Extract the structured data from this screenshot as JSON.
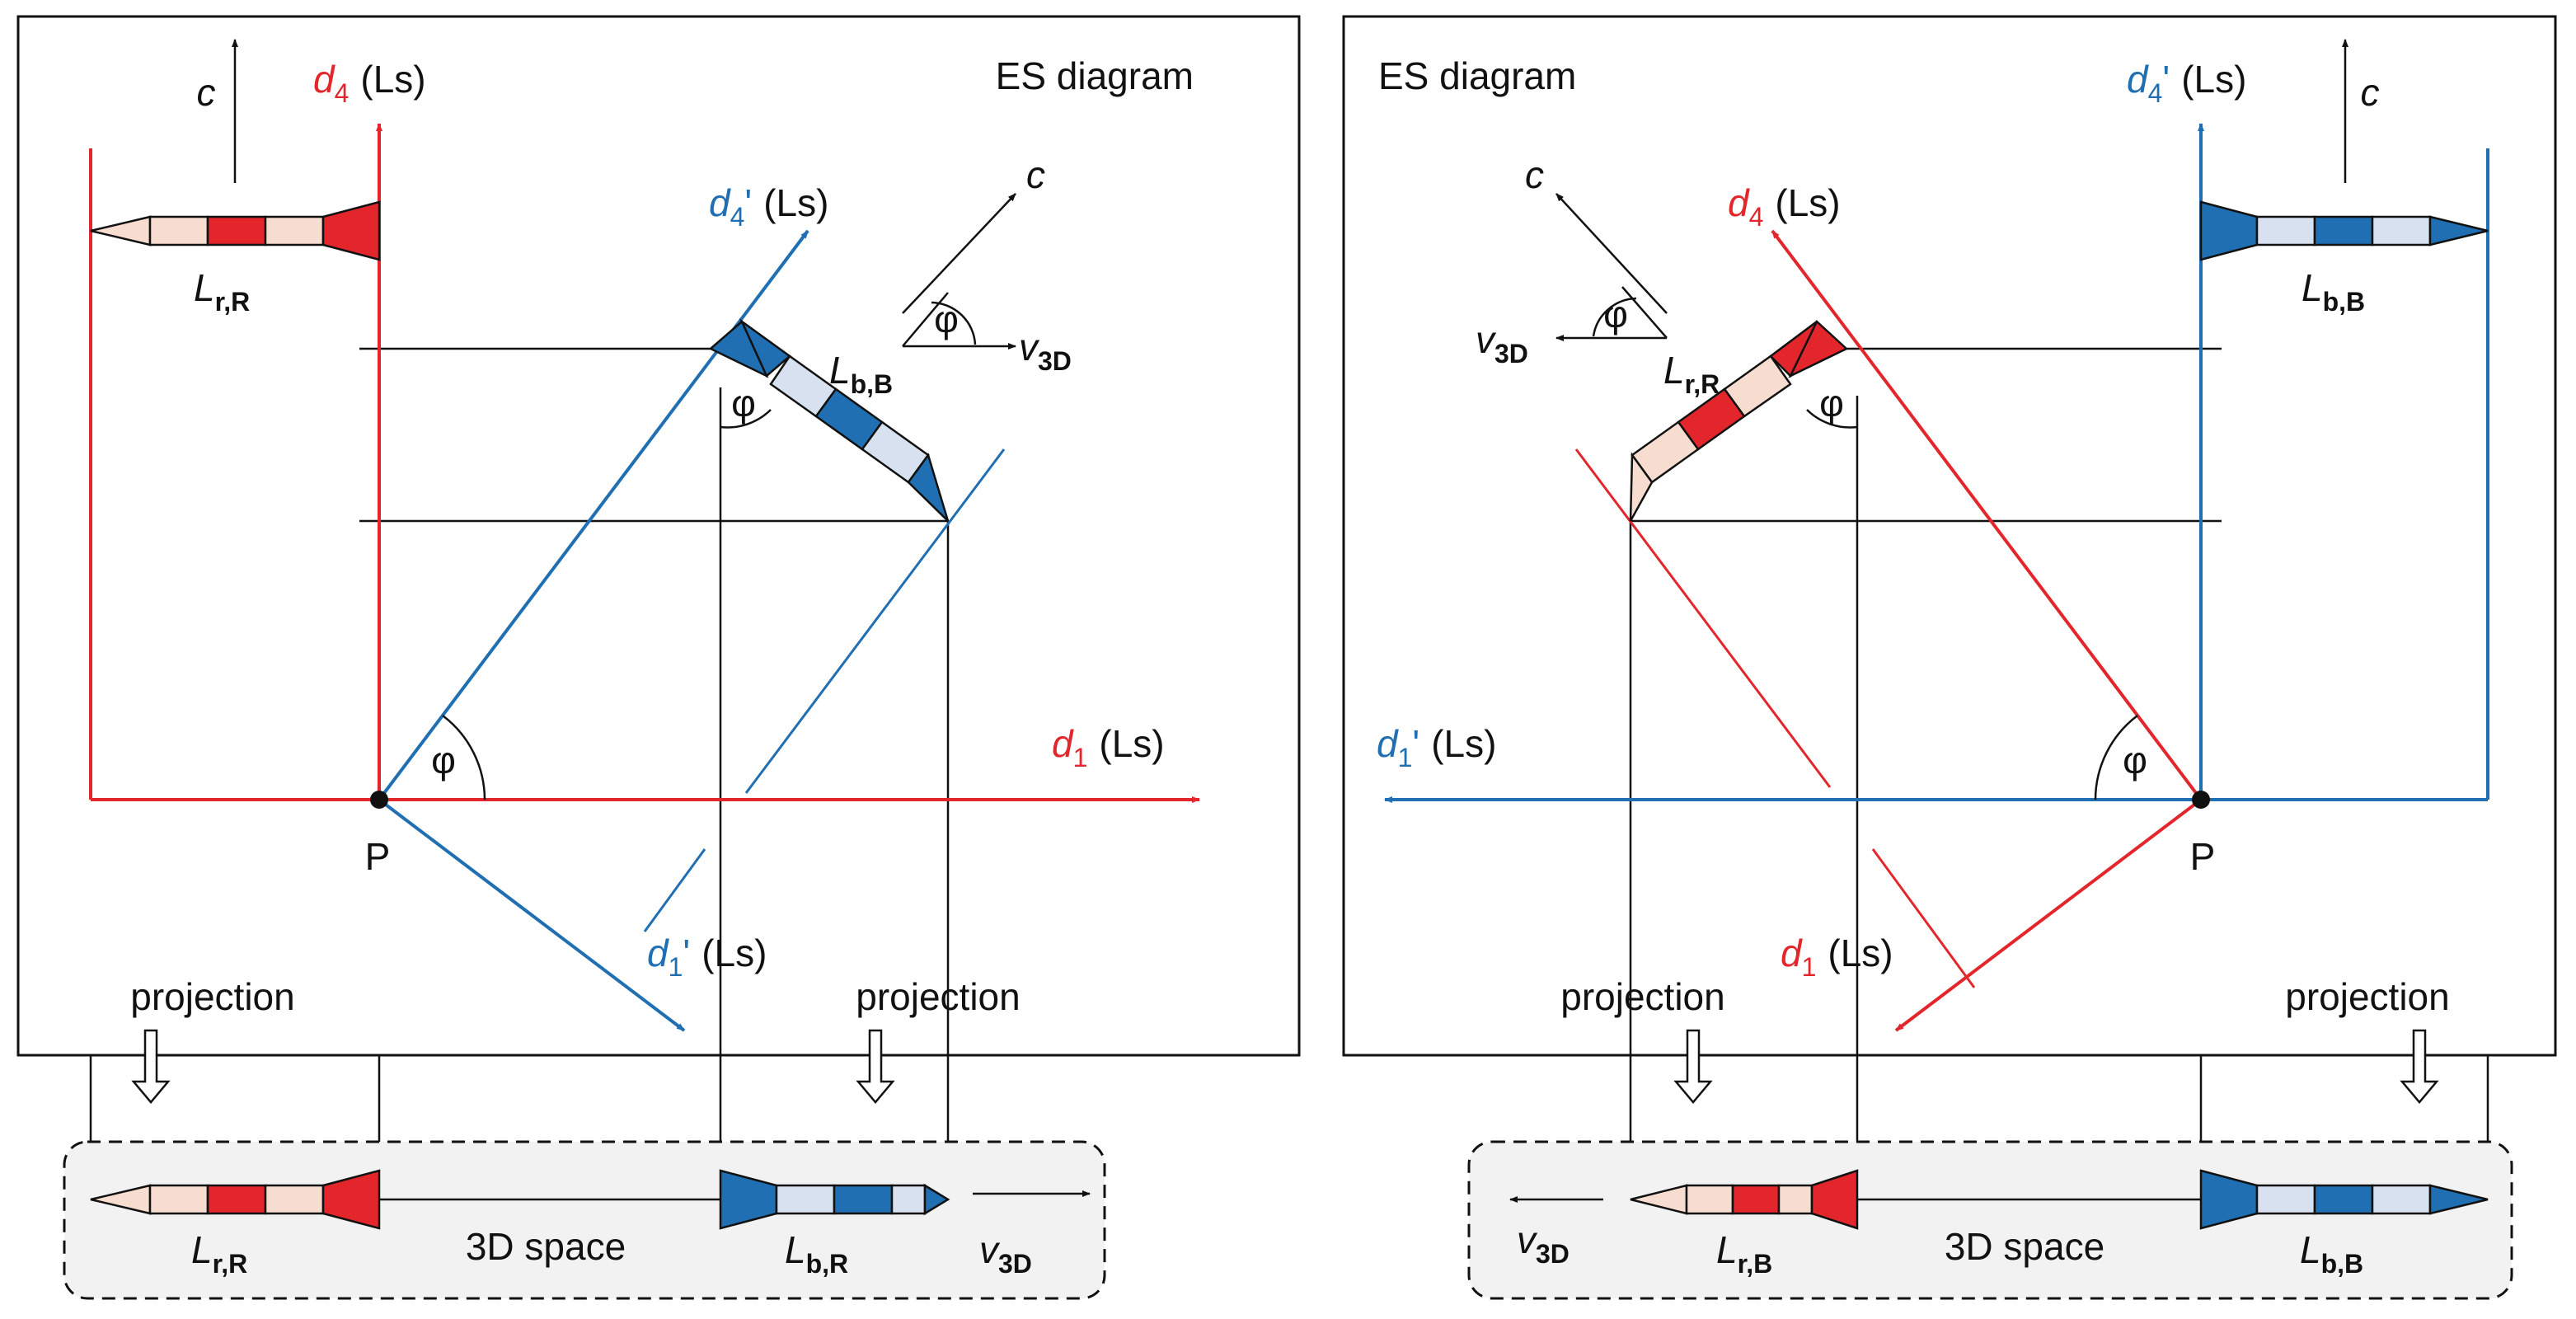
{
  "colors": {
    "red": "#e3262c",
    "blue": "#1f6fb2",
    "black": "#111111",
    "light_red": "#f7ddd0",
    "light_blue": "#d7e1f0",
    "box_fill": "#f2f2f2"
  },
  "left": {
    "title": "ES diagram",
    "d4": {
      "sym": "d",
      "idx": "4",
      "unit": "(Ls)"
    },
    "d4p": {
      "sym": "d",
      "idx": "4",
      "prime": "'",
      "unit": "(Ls)"
    },
    "d1": {
      "sym": "d",
      "idx": "1",
      "unit": "(Ls)"
    },
    "d1p": {
      "sym": "d",
      "idx": "1",
      "prime": "'",
      "unit": "(Ls)"
    },
    "c": "c",
    "c_small": "c",
    "phi_axis": "φ",
    "phi_rocket": "φ",
    "phi_small": "φ",
    "v3d": {
      "sym": "v",
      "sub": "3D"
    },
    "point": "P",
    "rocket_red": {
      "sym": "L",
      "sub": "r,R"
    },
    "rocket_blue": {
      "sym": "L",
      "sub": "b,B"
    },
    "projection_left": "projection",
    "projection_right": "projection",
    "space_box": {
      "rocket_red": {
        "sym": "L",
        "sub": "r,R"
      },
      "text": "3D space",
      "rocket_blue": {
        "sym": "L",
        "sub": "b,R"
      },
      "v3d": {
        "sym": "v",
        "sub": "3D"
      }
    }
  },
  "right": {
    "title": "ES diagram",
    "d4p": {
      "sym": "d",
      "idx": "4",
      "prime": "'",
      "unit": "(Ls)"
    },
    "c": "c",
    "d4": {
      "sym": "d",
      "idx": "4",
      "unit": "(Ls)"
    },
    "d1p": {
      "sym": "d",
      "idx": "1",
      "prime": "'",
      "unit": "(Ls)"
    },
    "d1": {
      "sym": "d",
      "idx": "1",
      "unit": "(Ls)"
    },
    "c_small": "c",
    "phi_axis": "φ",
    "phi_rocket": "φ",
    "phi_small": "φ",
    "v3d": {
      "sym": "v",
      "sub": "3D"
    },
    "point": "P",
    "rocket_red": {
      "sym": "L",
      "sub": "r,R"
    },
    "rocket_blue": {
      "sym": "L",
      "sub": "b,B"
    },
    "projection_left": "projection",
    "projection_right": "projection",
    "space_box": {
      "v3d": {
        "sym": "v",
        "sub": "3D"
      },
      "rocket_red": {
        "sym": "L",
        "sub": "r,B"
      },
      "text": "3D space",
      "rocket_blue": {
        "sym": "L",
        "sub": "b,B"
      }
    }
  }
}
